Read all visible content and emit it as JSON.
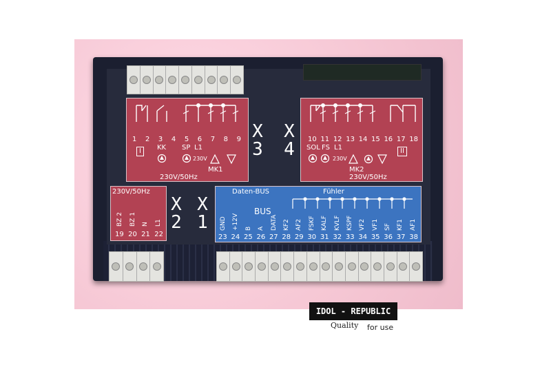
{
  "mk1": {
    "numbers": [
      "1",
      "2",
      "3",
      "4",
      "5",
      "6",
      "7",
      "8",
      "9"
    ],
    "labels": [
      "KK",
      "SP",
      "L1"
    ],
    "roman": "I",
    "voltage_small": "230V",
    "name": "MK1",
    "rating": "230V/50Hz"
  },
  "mk2": {
    "numbers": [
      "10",
      "11",
      "12",
      "13",
      "14",
      "15",
      "16",
      "17",
      "18"
    ],
    "labels": [
      "SOL",
      "FS",
      "L1"
    ],
    "roman": "II",
    "voltage_small": "230V",
    "name": "MK2",
    "rating": "230V/50Hz"
  },
  "connectors": {
    "x1": "X 1",
    "x2": "X 2",
    "x3": "X 3",
    "x4": "X 4"
  },
  "power": {
    "rating": "230V/50Hz",
    "labels": [
      "BZ 2",
      "BZ 1",
      "N",
      "L1"
    ],
    "numbers": [
      "19",
      "20",
      "21",
      "22"
    ]
  },
  "bus": {
    "title": "Daten-BUS",
    "sensors_title": "Fühler",
    "bus_label": "BUS",
    "labels": [
      "GND",
      "+12V",
      "B",
      "A",
      "DATA",
      "KF2",
      "AF2",
      "FSKF",
      "KALF",
      "KVLF",
      "KSPF",
      "VF2",
      "VF1",
      "SF",
      "KF1",
      "AF1"
    ],
    "numbers": [
      "23",
      "24",
      "25",
      "26",
      "27",
      "28",
      "29",
      "30",
      "31",
      "32",
      "33",
      "34",
      "35",
      "36",
      "37",
      "38"
    ]
  },
  "logo": {
    "brand": "IDOL - REPUBLIC",
    "tagline_a": "Quality",
    "tagline_b": "for use"
  },
  "colors": {
    "relay_panel": "#b24253",
    "bus_panel": "#3c74c0",
    "housing": "#1b1f30"
  }
}
